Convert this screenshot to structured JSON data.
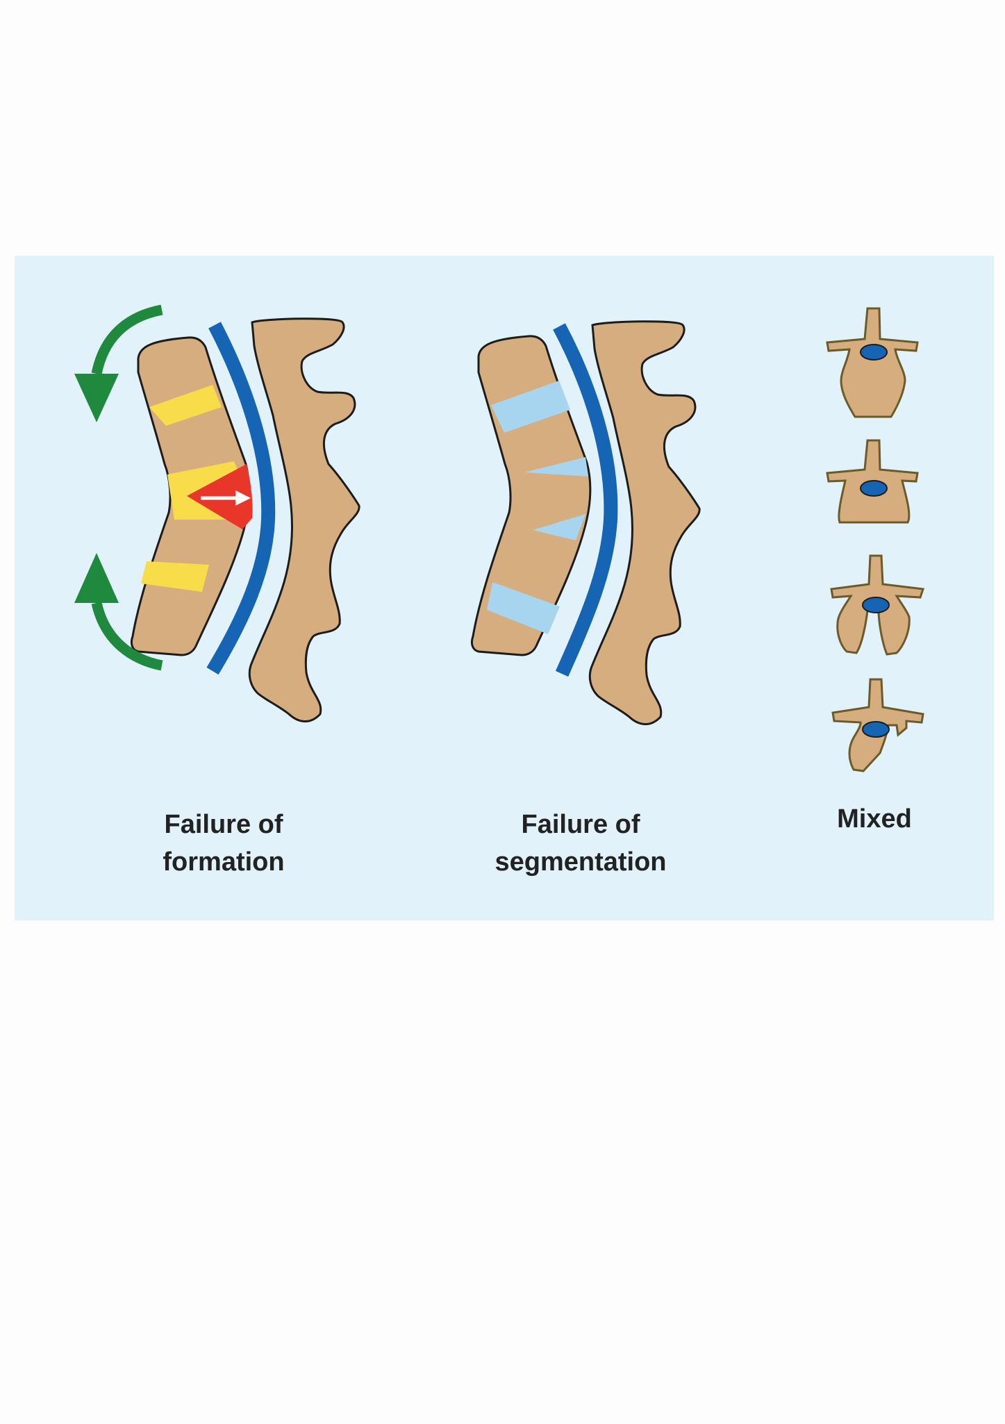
{
  "colors": {
    "panel_background": "#e1f2fb",
    "page_background": "#fdfdfd",
    "bone": "#d5ad7e",
    "outline": "#1c1c1c",
    "spinal_cord": "#1565b4",
    "canal": "#1565b4",
    "formation_defect": "#f8dc4a",
    "segmentation_bar": "#a7d4ee",
    "hemivertebra": "#e8372a",
    "curvature_arrow": "#1f8a3e",
    "direction_arrow": "#ffffff",
    "label_text": "#222222"
  },
  "icons": {
    "curvature_arrow_top": "curved-arrow-icon",
    "curvature_arrow_bottom": "curved-arrow-icon",
    "growth_arrow": "right-arrow-icon"
  },
  "labels": {
    "formation": {
      "line1": "Failure of",
      "line2": "formation"
    },
    "segmentation": {
      "line1": "Failure of",
      "line2": "segmentation"
    },
    "mixed": {
      "line1": "Mixed"
    }
  }
}
